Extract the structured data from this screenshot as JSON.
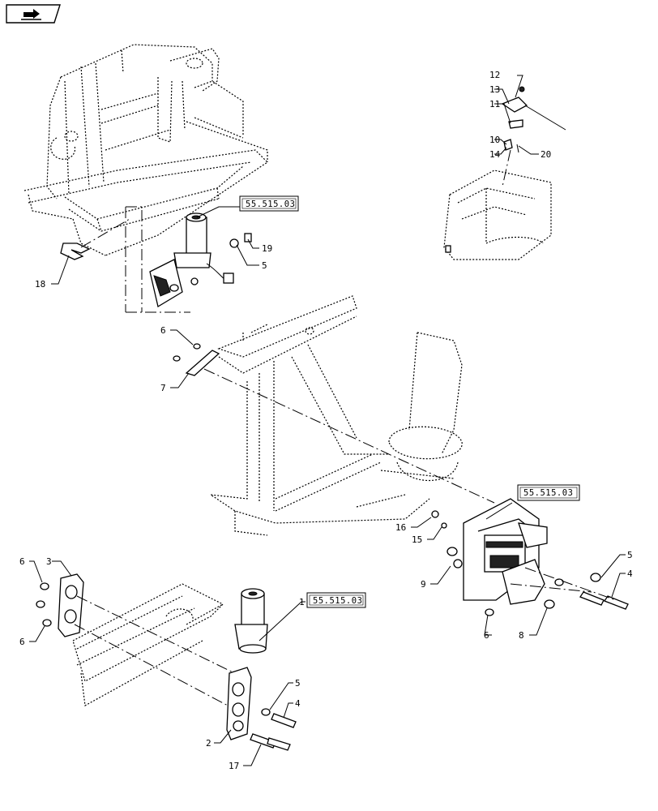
{
  "nav_icon": "forward-arrow-icon",
  "reference_boxes": {
    "top": "55.515.03",
    "right": "55.515.03",
    "bottom": "55.515.03"
  },
  "callouts": {
    "c1": "1",
    "c2": "2",
    "c3": "3",
    "c4a": "4",
    "c4b": "4",
    "c5a": "5",
    "c5b": "5",
    "c5c": "5",
    "c6a": "6",
    "c6b": "6",
    "c6c": "6",
    "c6d": "6",
    "c7": "7",
    "c8": "8",
    "c9": "9",
    "c10": "10",
    "c11": "11",
    "c12": "12",
    "c13": "13",
    "c14": "14",
    "c15": "15",
    "c16": "16",
    "c17": "17",
    "c18": "18",
    "c19": "19",
    "c20": "20"
  }
}
